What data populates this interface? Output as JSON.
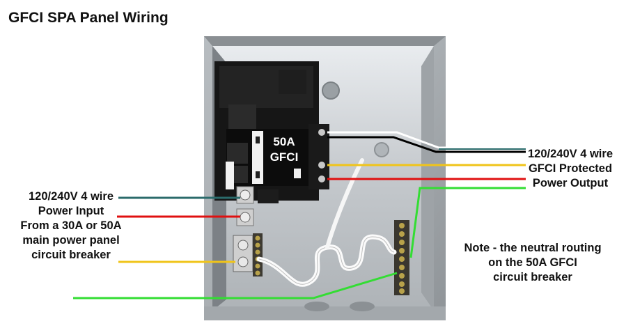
{
  "title": "GFCI SPA Panel Wiring",
  "breaker": {
    "rating": "50A",
    "type": "GFCI"
  },
  "input_label": [
    "120/240V 4 wire",
    "Power Input",
    "From a 30A or 50A",
    "main power panel",
    "circuit breaker"
  ],
  "output_label": [
    "120/240V 4 wire",
    "GFCI Protected",
    "Power Output"
  ],
  "note": [
    "Note -  the neutral routing",
    "on the 50A GFCI",
    "circuit breaker"
  ],
  "wire_colors": {
    "black": "#000000",
    "red": "#e01010",
    "white": "#ffffff",
    "yellow": "#f0c419",
    "green": "#33dd33",
    "teal": "#2b6b6b"
  }
}
